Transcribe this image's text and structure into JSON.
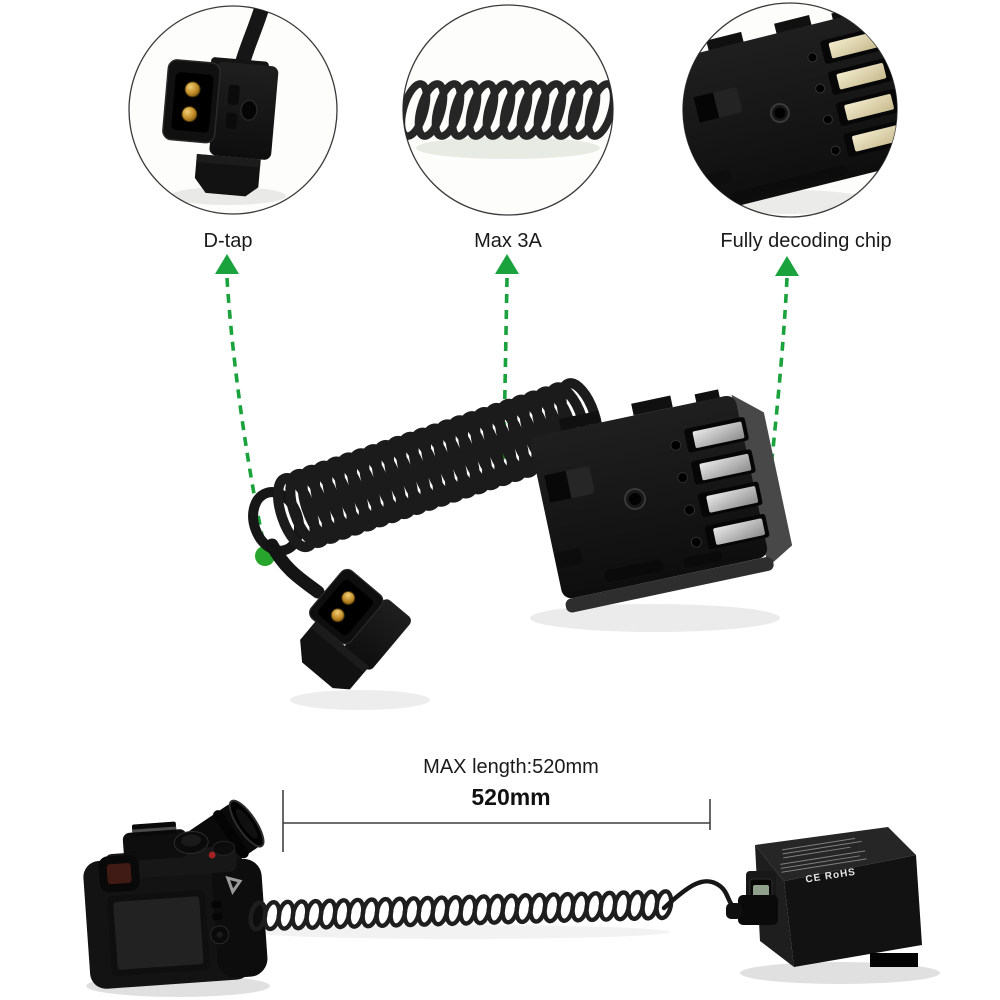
{
  "meta": {
    "description": "Product photo montage: D-Tap to dummy battery coiled power cable with callouts and length diagram"
  },
  "colors": {
    "accent_green": "#1aa23c",
    "dot_green": "#27a52c",
    "ink": "#1a1a1a",
    "dimension_line": "#3f3f3f"
  },
  "callouts": [
    {
      "label": "D-tap"
    },
    {
      "label": "Max 3A"
    },
    {
      "label": "Fully decoding chip"
    }
  ],
  "dimension": {
    "note": "MAX length:520mm",
    "value": "520mm"
  },
  "battery_pack": {
    "cert_text": "CE RoHS"
  }
}
